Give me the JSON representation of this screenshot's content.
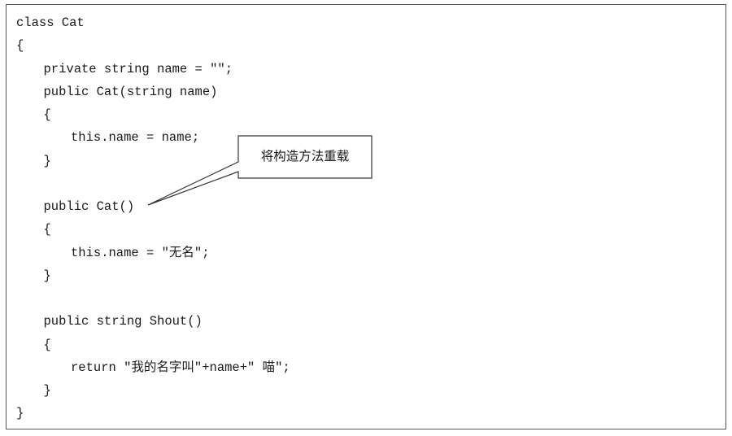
{
  "code": {
    "lines": [
      {
        "indent": 0,
        "text": "class Cat"
      },
      {
        "indent": 0,
        "text": "{"
      },
      {
        "indent": 1,
        "text": "private string name = \"\";"
      },
      {
        "indent": 1,
        "text": "public Cat(string name)"
      },
      {
        "indent": 1,
        "text": "{"
      },
      {
        "indent": 2,
        "text": "this.name = name;"
      },
      {
        "indent": 1,
        "text": "}"
      },
      {
        "indent": 0,
        "text": ""
      },
      {
        "indent": 1,
        "text": "public Cat()"
      },
      {
        "indent": 1,
        "text": "{"
      },
      {
        "indent": 2,
        "text": "this.name = \"无名\";"
      },
      {
        "indent": 1,
        "text": "}"
      },
      {
        "indent": 0,
        "text": ""
      },
      {
        "indent": 1,
        "text": "public string Shout()"
      },
      {
        "indent": 1,
        "text": "{"
      },
      {
        "indent": 2,
        "text": "return \"我的名字叫\"+name+\" 喵\";"
      },
      {
        "indent": 1,
        "text": "}"
      },
      {
        "indent": 0,
        "text": "}"
      }
    ]
  },
  "callout": {
    "text": "将构造方法重载",
    "target_line": 8
  }
}
